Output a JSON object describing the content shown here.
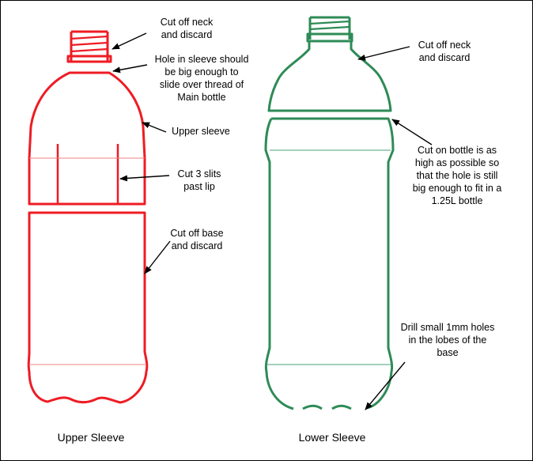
{
  "colors": {
    "upper": "#ee1c24",
    "lower": "#2e8b57",
    "thin_upper": "#f08080",
    "thin_lower": "#4aa078",
    "arrow": "#000000"
  },
  "labels": {
    "cut_neck_left": "Cut off neck\nand discard",
    "hole_note": "Hole in sleeve should\nbe big enough to\nslide over thread of\nMain bottle",
    "upper_sleeve": "Upper sleeve",
    "cut_slits": "Cut 3 slits\npast lip",
    "cut_base": "Cut off base\nand discard",
    "cut_neck_right": "Cut off neck\nand discard",
    "cut_bottle_high": "Cut on bottle is as\nhigh as possible so\nthat the hole is still\nbig enough to fit in a\n1.25L bottle",
    "drill_holes": "Drill small 1mm holes\nin the lobes of the\nbase"
  },
  "captions": {
    "upper": "Upper Sleeve",
    "lower": "Lower Sleeve"
  }
}
